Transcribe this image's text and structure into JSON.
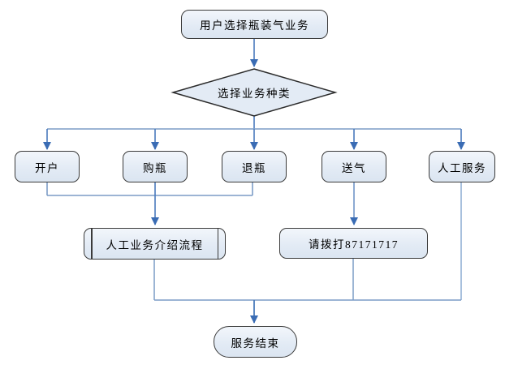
{
  "diagram": {
    "type": "flowchart",
    "background": "#ffffff",
    "colors": {
      "node_fill_top": "#f2f6fb",
      "node_fill_bottom": "#dbe5f1",
      "node_border": "#3a3a3a",
      "connector": "#5c86c0",
      "arrowhead": "#3a6cb4",
      "text": "#000000"
    },
    "nodes": {
      "start": {
        "type": "terminator",
        "label": "用户选择瓶装气业务"
      },
      "decision": {
        "type": "decision",
        "label": "选择业务种类"
      },
      "branches": [
        {
          "type": "process",
          "label": "开户"
        },
        {
          "type": "process",
          "label": "购瓶"
        },
        {
          "type": "process",
          "label": "退瓶"
        },
        {
          "type": "process",
          "label": "送气"
        },
        {
          "type": "process",
          "label": "人工服务"
        }
      ],
      "manual_process": {
        "type": "predefined-process",
        "label": "人工业务介绍流程"
      },
      "call_process": {
        "type": "process",
        "label": "请拨打87171717"
      },
      "end": {
        "type": "terminator",
        "label": "服务结束"
      }
    },
    "edges": [
      {
        "from": "start",
        "to": "decision",
        "arrow": true
      },
      {
        "from": "decision",
        "to": "开户",
        "arrow": true
      },
      {
        "from": "decision",
        "to": "购瓶",
        "arrow": true
      },
      {
        "from": "decision",
        "to": "退瓶",
        "arrow": true
      },
      {
        "from": "decision",
        "to": "送气",
        "arrow": true
      },
      {
        "from": "decision",
        "to": "人工服务",
        "arrow": true
      },
      {
        "from": "开户",
        "to": "manual_process",
        "arrow": true
      },
      {
        "from": "购瓶",
        "to": "manual_process",
        "arrow": true
      },
      {
        "from": "退瓶",
        "to": "manual_process",
        "arrow": true
      },
      {
        "from": "送气",
        "to": "call_process",
        "arrow": true
      },
      {
        "from": "manual_process",
        "to": "end",
        "arrow": true
      },
      {
        "from": "call_process",
        "to": "end",
        "arrow": true
      },
      {
        "from": "人工服务",
        "to": "end",
        "arrow": true
      }
    ]
  }
}
